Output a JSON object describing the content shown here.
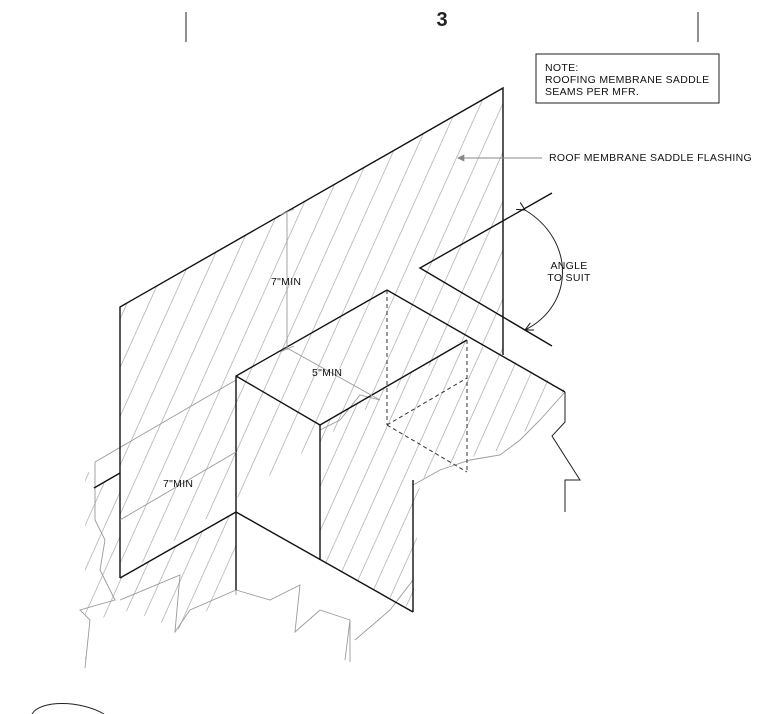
{
  "header": {
    "sheet_number": "3"
  },
  "note": {
    "lines": [
      "NOTE:",
      "ROOFING MEMBRANE SADDLE",
      "SEAMS PER MFR."
    ]
  },
  "callouts": {
    "flashing_label": "ROOF MEMBRANE SADDLE FLASHING",
    "angle_line1": "ANGLE",
    "angle_line2": "TO SUIT"
  },
  "dimensions": {
    "vertical_min": "7\"MIN",
    "horizontal_min": "5\"MIN",
    "side_min": "7\"MIN"
  }
}
